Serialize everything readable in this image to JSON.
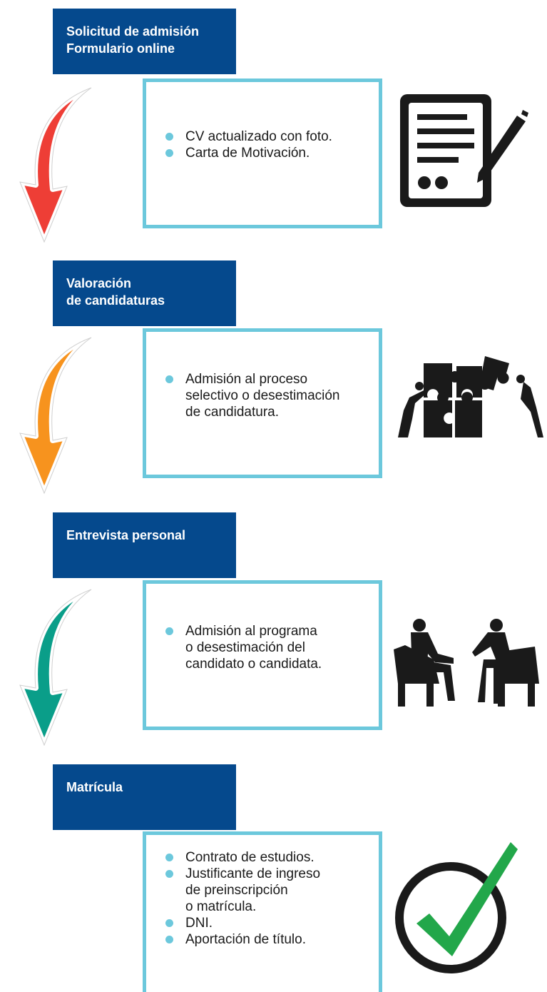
{
  "steps": [
    {
      "title_lines": [
        "Solicitud de admisión",
        "Formulario online"
      ],
      "items": [
        {
          "text": "CV actualizado con foto.",
          "bullet": true
        },
        {
          "text": "Carta de Motivación.",
          "bullet": true
        }
      ],
      "arrow_color": "#ee3e36",
      "illustration": "document-signing-icon"
    },
    {
      "title_lines": [
        "Valoración",
        "de candidaturas"
      ],
      "items": [
        {
          "text": "Admisión al proceso",
          "bullet": true
        },
        {
          "text": "selectivo o desestimación",
          "bullet": false
        },
        {
          "text": "de candidatura.",
          "bullet": false
        }
      ],
      "arrow_color": "#f7931e",
      "illustration": "puzzle-people-icon"
    },
    {
      "title_lines": [
        "Entrevista personal"
      ],
      "items": [
        {
          "text": "Admisión al programa",
          "bullet": true
        },
        {
          "text": "o desestimación del",
          "bullet": false
        },
        {
          "text": "candidato o candidata.",
          "bullet": false
        }
      ],
      "arrow_color": "#0a9e89",
      "illustration": "interview-icon"
    },
    {
      "title_lines": [
        "Matrícula"
      ],
      "items": [
        {
          "text": "Contrato de estudios.",
          "bullet": true
        },
        {
          "text": "Justificante de ingreso",
          "bullet": true
        },
        {
          "text": "de preinscripción",
          "bullet": false
        },
        {
          "text": "o matrícula.",
          "bullet": false
        },
        {
          "text": "DNI.",
          "bullet": true
        },
        {
          "text": "Aportación de título.",
          "bullet": true
        }
      ],
      "illustration": "checkmark-circle-icon"
    }
  ],
  "colors": {
    "header_bg": "#05498d",
    "box_border": "#6cc8dc",
    "bullet": "#6cc8dc",
    "check_green": "#22a74a"
  }
}
